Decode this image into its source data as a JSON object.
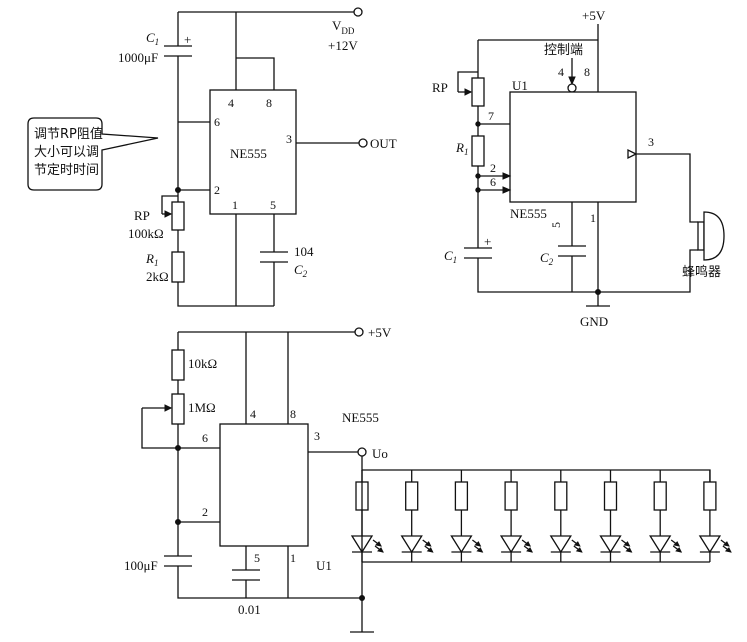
{
  "circuit_a": {
    "supply_label": "V",
    "supply_sub": "DD",
    "supply_value": "+12V",
    "c1_name": "C",
    "c1_sub": "1",
    "c1_value": "1000μF",
    "c1_polarity": "+",
    "chip": "NE555",
    "pins": [
      "4",
      "8",
      "6",
      "3",
      "2",
      "1",
      "5"
    ],
    "out_label": "OUT",
    "callout": [
      "调节RP阻值",
      "大小可以调",
      "节定时时间"
    ],
    "rp_name": "RP",
    "rp_value": "100kΩ",
    "r1_name": "R",
    "r1_sub": "1",
    "r1_value": "2kΩ",
    "c2_value": "104",
    "c2_name": "C",
    "c2_sub": "2"
  },
  "circuit_b": {
    "supply": "+5V",
    "control_label": "控制端",
    "pin4": "4",
    "pin8": "8",
    "rp_name": "RP",
    "u1": "U1",
    "pin7": "7",
    "r1_name": "R",
    "r1_sub": "1",
    "pin3": "3",
    "pin2": "2",
    "pin6": "6",
    "chip": "NE555",
    "pin5": "5",
    "pin1": "1",
    "c1_polarity": "+",
    "c1_name": "C",
    "c1_sub": "1",
    "c2_name": "C",
    "c2_sub": "2",
    "buzzer": "蜂鸣器",
    "gnd": "GND"
  },
  "circuit_c": {
    "supply": "+5V",
    "r_top": "10kΩ",
    "pot": "1MΩ",
    "chip": "NE555",
    "pin4": "4",
    "pin8": "8",
    "pin6": "6",
    "pin3": "3",
    "out_label": "Uo",
    "pin2": "2",
    "c_timing": "100μF",
    "pin5": "5",
    "pin1": "1",
    "u1": "U1",
    "c_control": "0.01",
    "led_count": 8
  },
  "icons": [
    "resistor-icon",
    "capacitor-icon",
    "potentiometer-icon",
    "led-icon",
    "buzzer-icon",
    "ground-icon"
  ]
}
